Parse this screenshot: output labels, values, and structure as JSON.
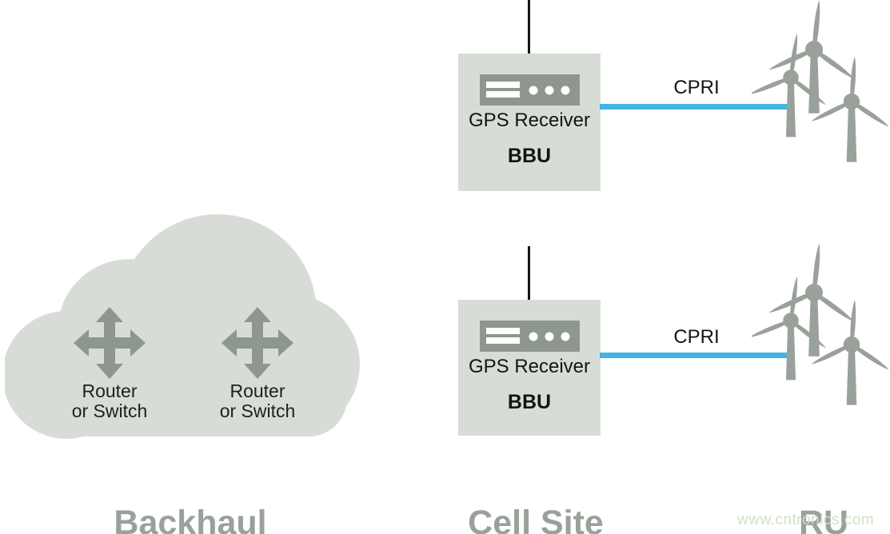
{
  "backhaul": {
    "section_label": "Backhaul",
    "nodes": [
      {
        "line1": "Router",
        "line2": "or Switch"
      },
      {
        "line1": "Router",
        "line2": "or Switch"
      }
    ]
  },
  "cell_site": {
    "section_label": "Cell Site",
    "sites": [
      {
        "gps_label": "GPS Receiver",
        "bbu_label": "BBU",
        "link_label": "CPRI"
      },
      {
        "gps_label": "GPS Receiver",
        "bbu_label": "BBU",
        "link_label": "CPRI"
      }
    ]
  },
  "ru": {
    "section_label": "RU"
  },
  "watermark": {
    "text": "www.cntronics.com"
  },
  "colors": {
    "panel_fill": "#d8dcd6",
    "icon_gray": "#8e978e",
    "turbine_gray": "#9aa19a",
    "link_blue": "#41b4e2",
    "text_black": "#141414",
    "watermark_green": "#cbe0c2"
  }
}
